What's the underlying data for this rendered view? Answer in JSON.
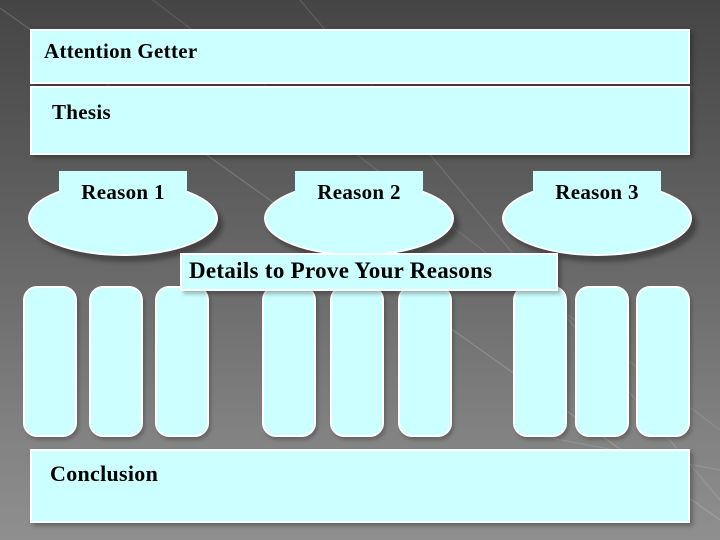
{
  "slide": {
    "colors": {
      "shape_fill": "#CCFFFF",
      "shape_border": "#FFFFFF",
      "text": "#000000",
      "background_top": "#454545",
      "background_bottom": "#8F8F8F"
    },
    "outline": {
      "attention_getter": "Attention Getter",
      "thesis": "Thesis",
      "reasons": [
        {
          "label": "Reason 1"
        },
        {
          "label": "Reason 2"
        },
        {
          "label": "Reason 3"
        }
      ],
      "details_heading": "Details to Prove Your Reasons",
      "detail_columns_total": 9,
      "detail_columns_per_reason": 3,
      "conclusion": "Conclusion"
    }
  }
}
